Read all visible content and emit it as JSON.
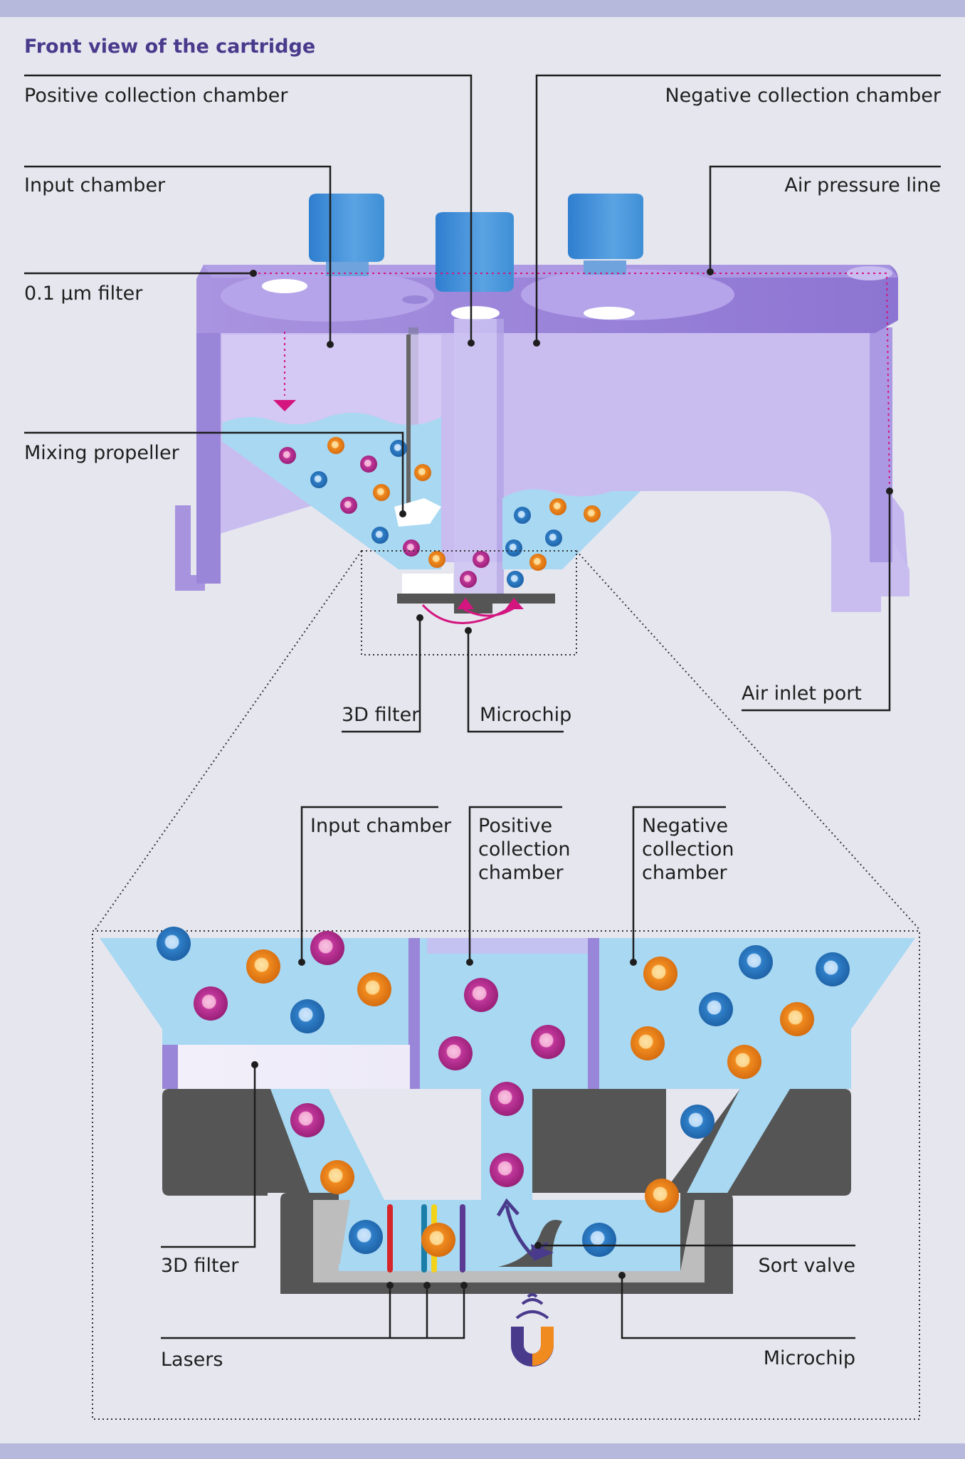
{
  "title": "Front view of the cartridge",
  "top_labels": {
    "positive_collection_chamber": "Positive collection chamber",
    "negative_collection_chamber": "Negative collection chamber",
    "input_chamber": "Input chamber",
    "air_pressure_line": "Air pressure line",
    "filter_01um": "0.1 µm filter",
    "mixing_propeller": "Mixing propeller",
    "air_inlet_port": "Air inlet port",
    "filter_3d": "3D filter",
    "microchip": "Microchip"
  },
  "detail_labels": {
    "input_chamber": "Input chamber",
    "positive_collection_chamber": [
      "Positive",
      "collection",
      "chamber"
    ],
    "negative_collection_chamber": [
      "Negative",
      "collection",
      "chamber"
    ],
    "filter_3d": "3D filter",
    "sort_valve": "Sort valve",
    "lasers": "Lasers",
    "microchip": "Microchip"
  },
  "colors": {
    "band": "#b7b9dc",
    "background": "#e6e6ef",
    "title": "#4a3a8c",
    "cartridge_dark": "#9a86d8",
    "cartridge_light": "#c9bdf0",
    "cap_blue": "#3f8fd6",
    "liquid": "#a8d8f2",
    "chip_gray": "#555555",
    "particle_magenta": "#c0379a",
    "particle_orange": "#f08b1f",
    "particle_blue": "#2f7fc8",
    "arrow_magenta": "#d4157f",
    "laser_red": "#d6262b",
    "laser_teal": "#1a7ea8",
    "laser_yellow": "#f3d21a",
    "laser_purple": "#5a3a92"
  },
  "icons": [
    "magnet-icon"
  ]
}
